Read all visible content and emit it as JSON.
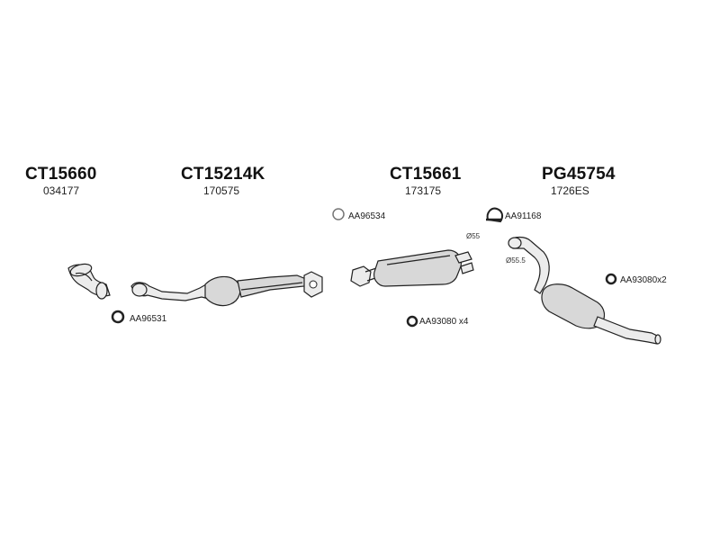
{
  "parts": [
    {
      "code": "CT15660",
      "ref": "034177"
    },
    {
      "code": "CT15214K",
      "ref": "170575"
    },
    {
      "code": "CT15661",
      "ref": "173175"
    },
    {
      "code": "PG45754",
      "ref": "1726ES"
    }
  ],
  "accessories": {
    "gasket_1": "AA96531",
    "ring_1": "AA96534",
    "clamp_1": "AA91168",
    "gasket_2": "AA93080 x4",
    "gasket_3": "AA93080x2"
  },
  "dimensions": {
    "pipe_a": "Ø55",
    "pipe_b": "Ø55.5"
  }
}
